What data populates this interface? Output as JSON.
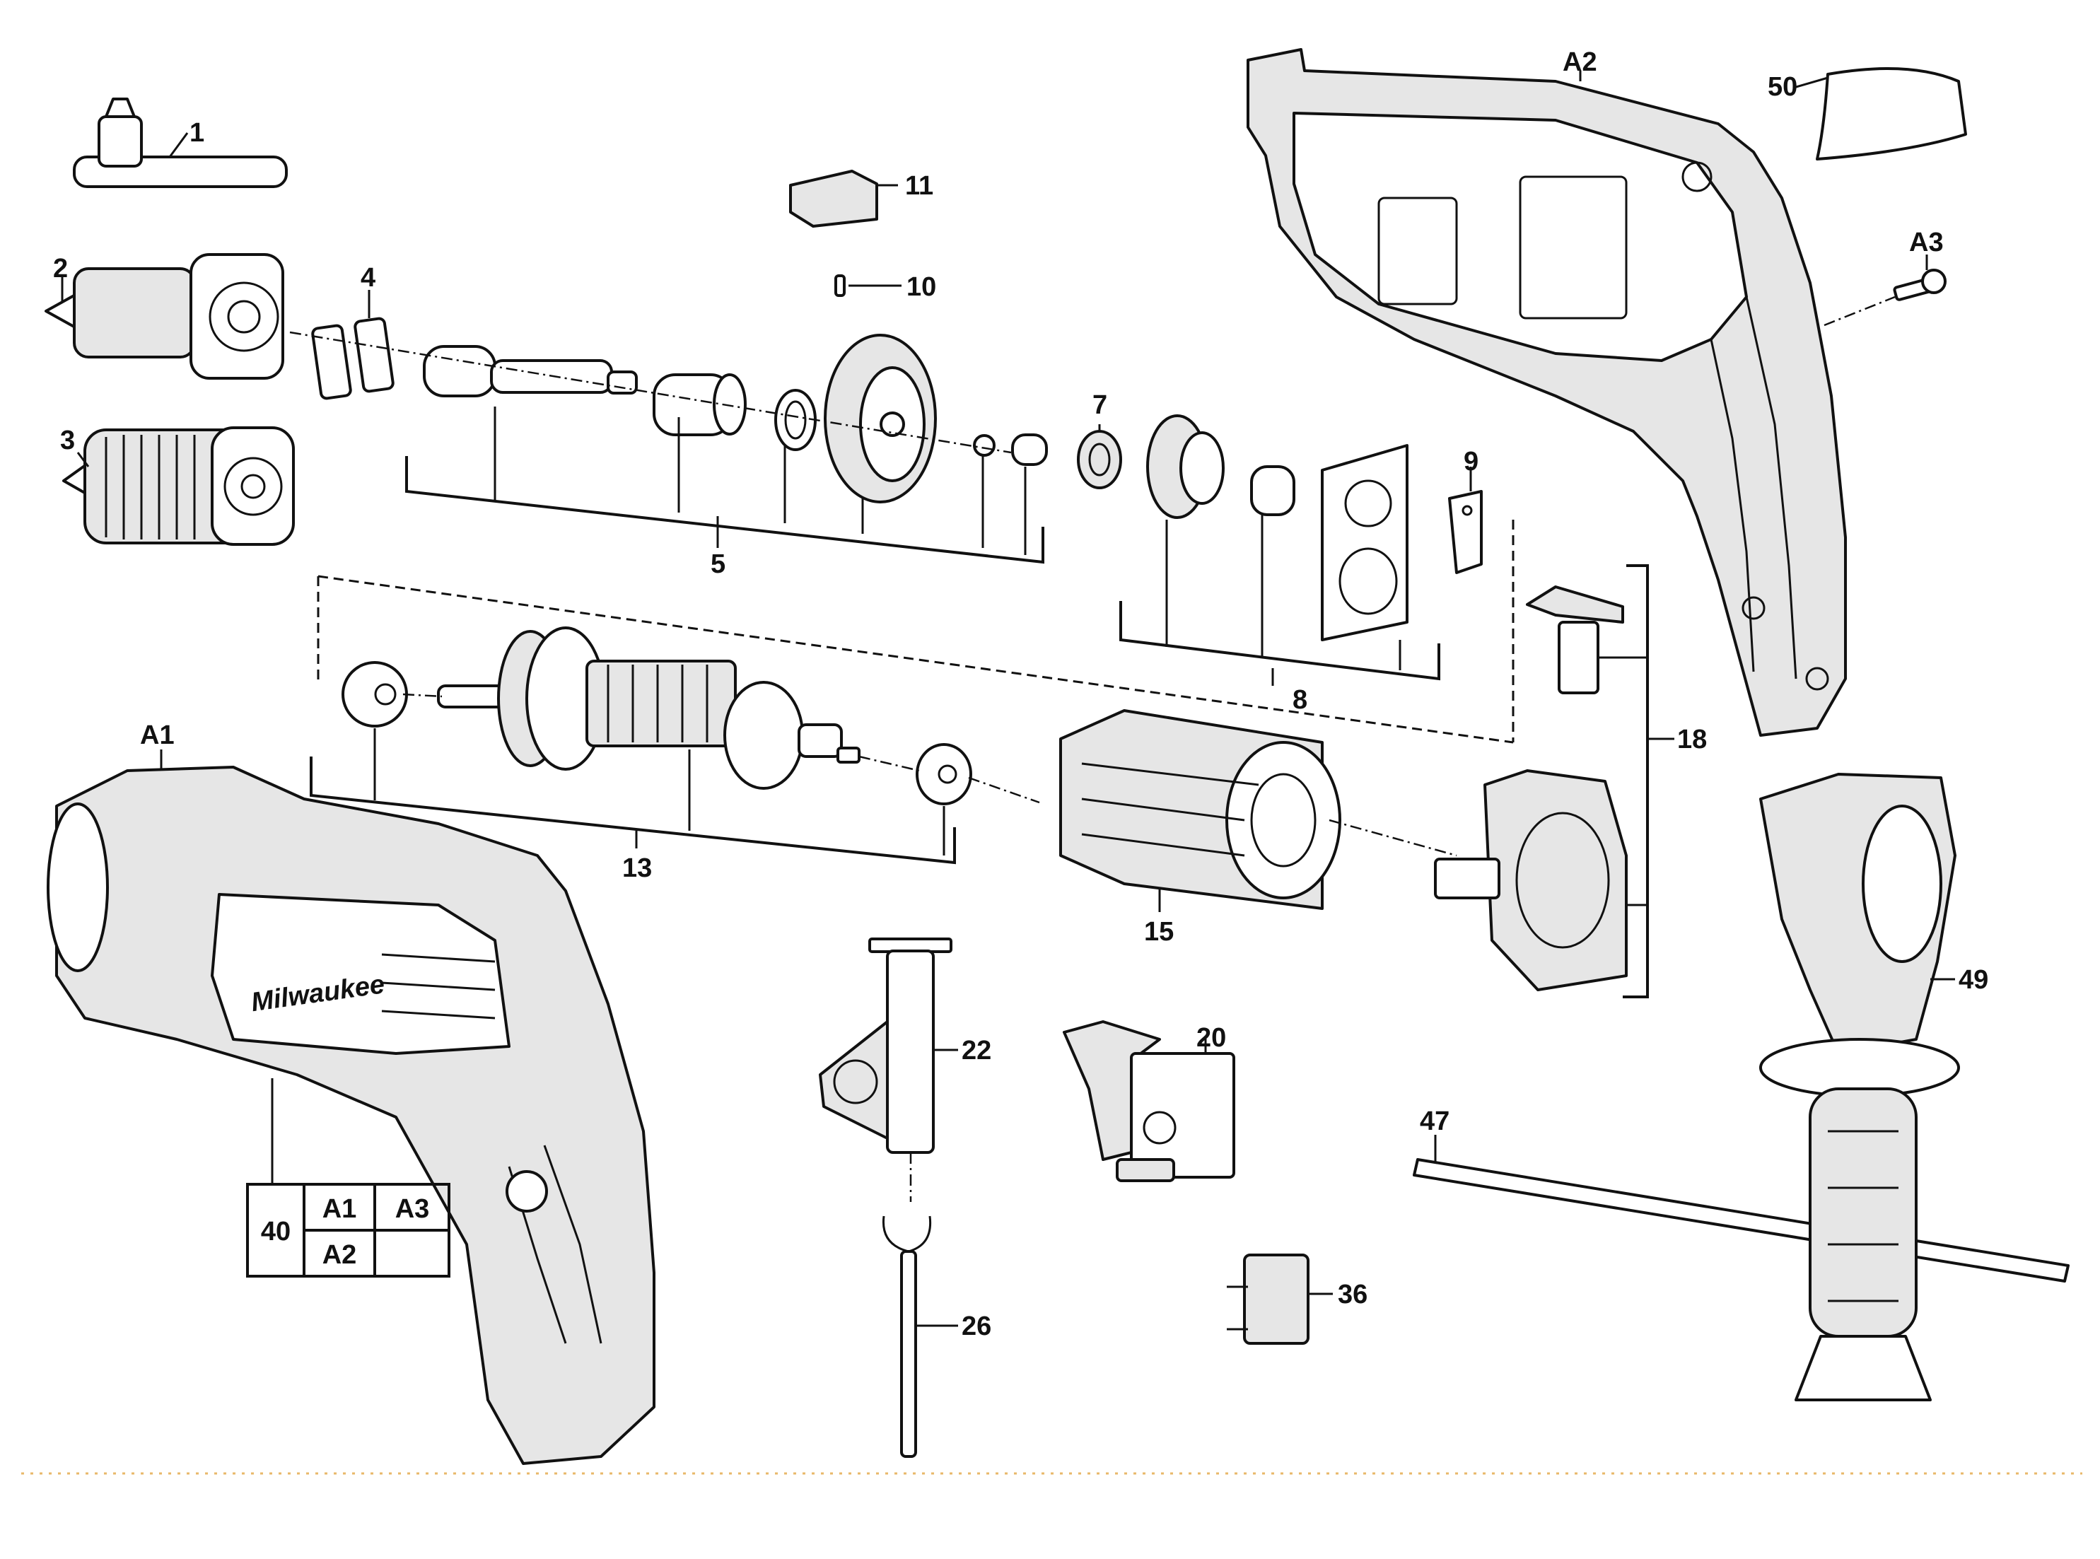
{
  "labels": {
    "p1": "1",
    "p2": "2",
    "p3": "3",
    "p4": "4",
    "p5": "5",
    "p7": "7",
    "p8": "8",
    "p9": "9",
    "p10": "10",
    "p11": "11",
    "p13": "13",
    "p15": "15",
    "p18": "18",
    "p20": "20",
    "p22": "22",
    "p26": "26",
    "p36": "36",
    "p47": "47",
    "p49": "49",
    "p50": "50",
    "a1": "A1",
    "a2": "A2",
    "a3": "A3"
  },
  "kit_table": {
    "kit": "40",
    "cells": [
      "A1",
      "A3",
      "A2",
      ""
    ]
  },
  "brand_text": "Milwaukee",
  "colors": {
    "line": "#111111",
    "footer_rule": "#e8b86a"
  }
}
